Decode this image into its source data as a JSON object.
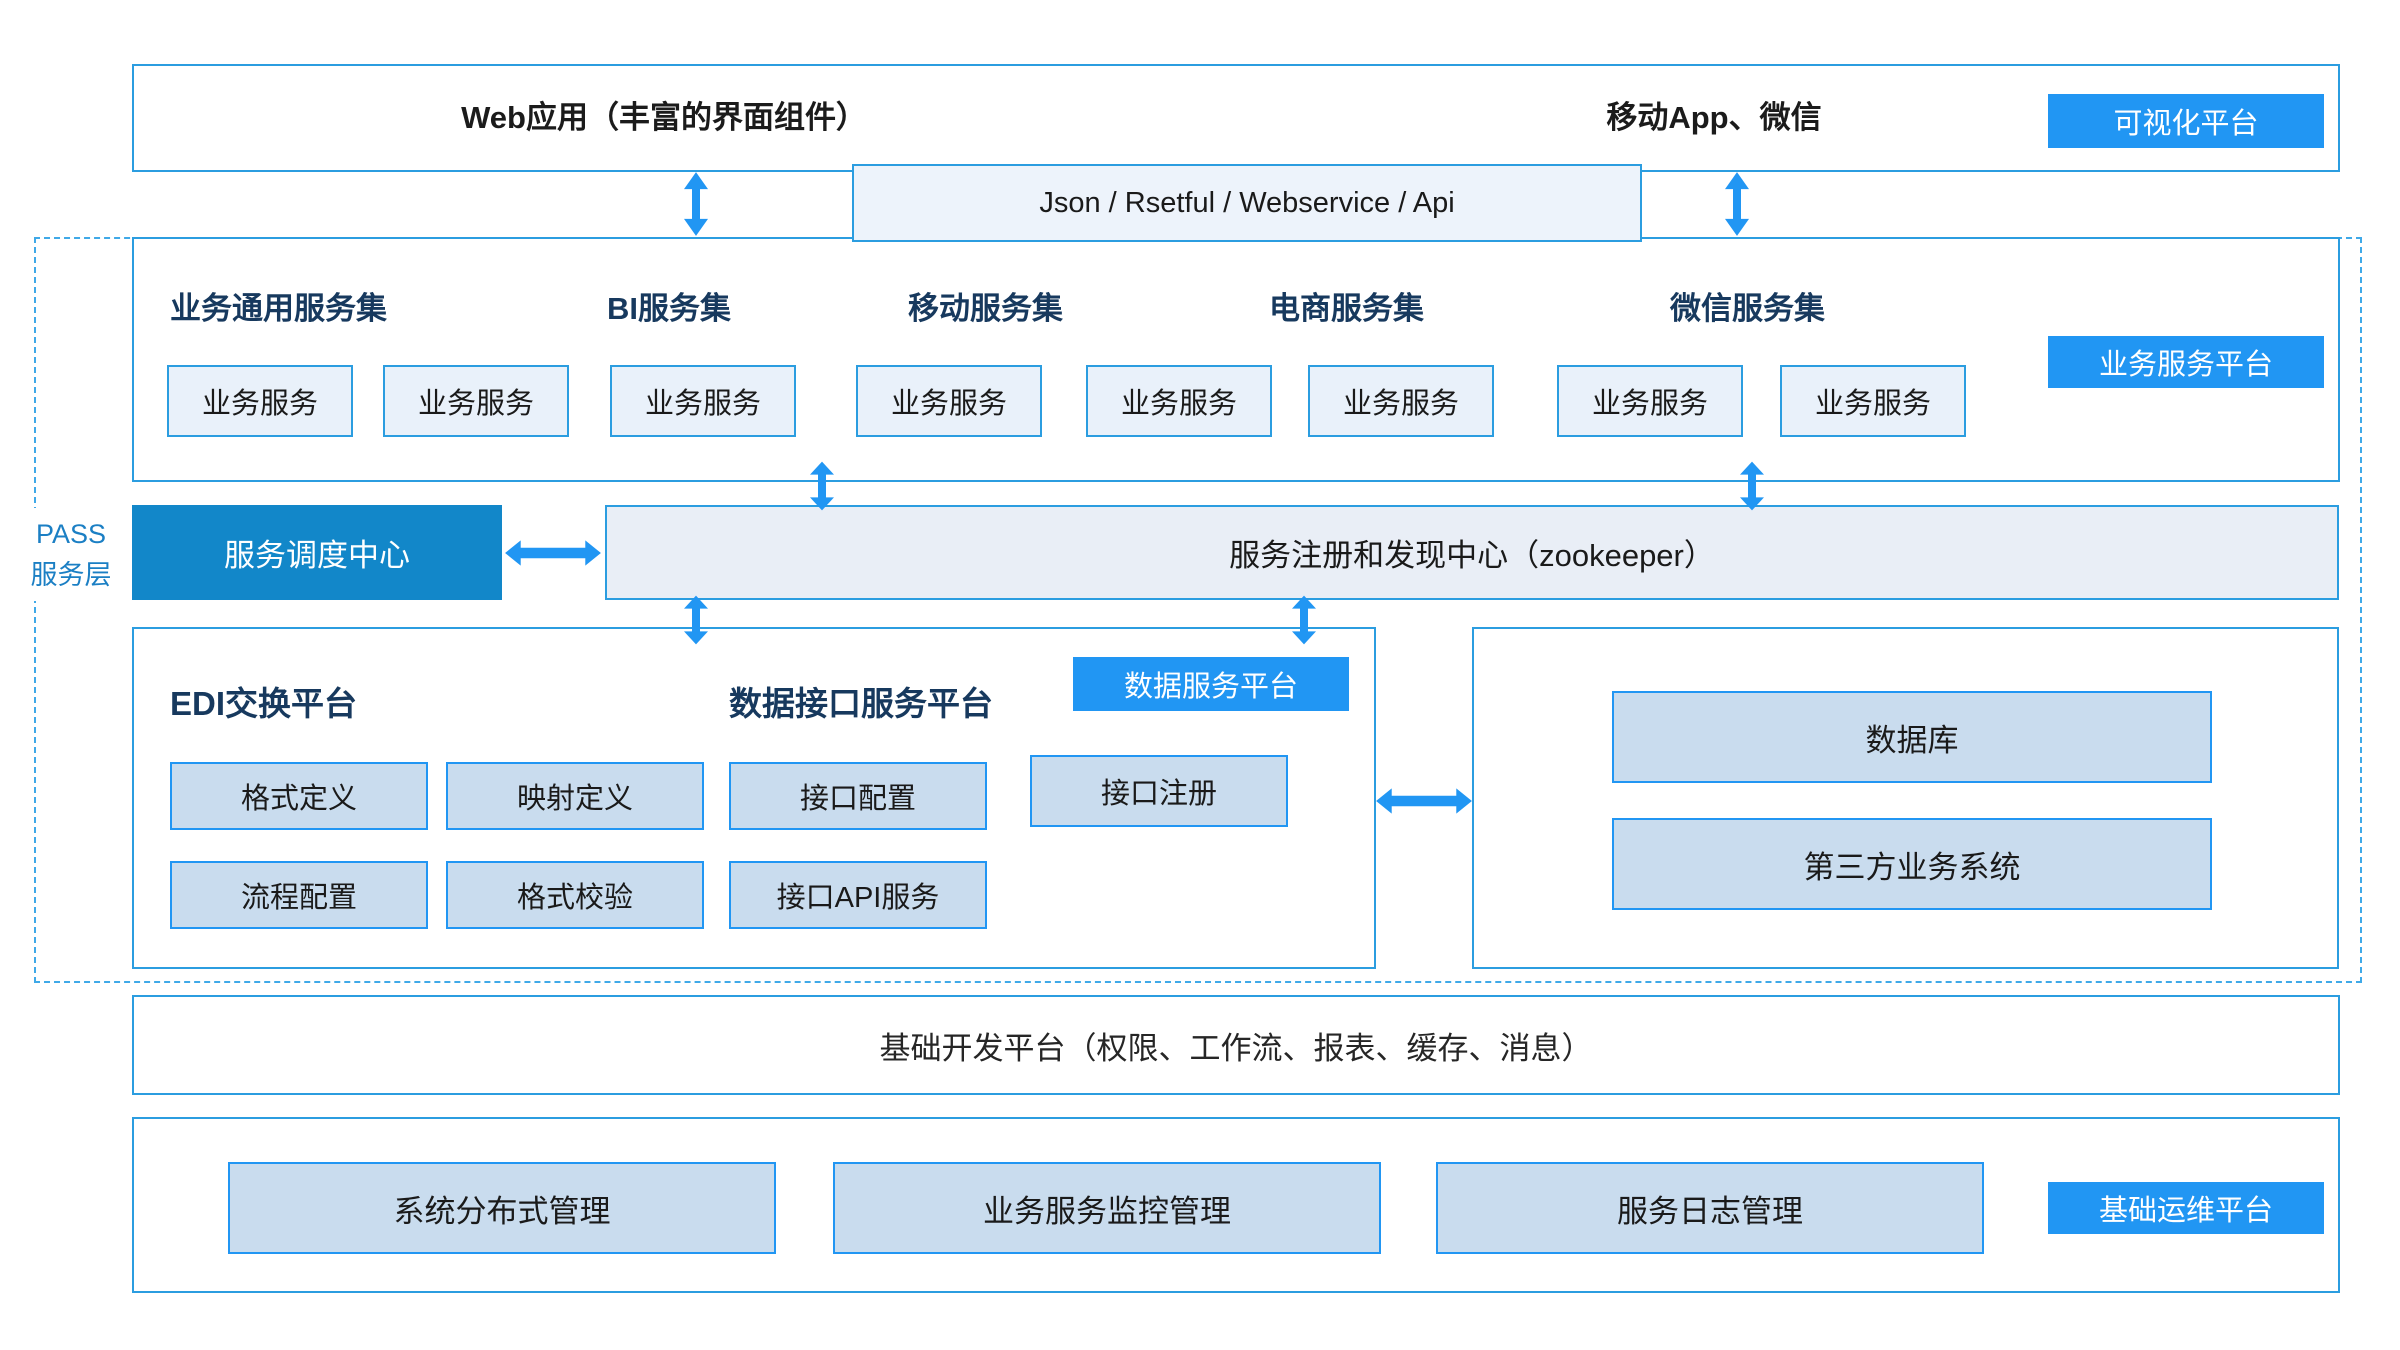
{
  "colors": {
    "accent_border": "#2b9de0",
    "arrow_blue": "#2196f3",
    "badge_blue": "#2196f3",
    "dispatch_fill": "#1287c9",
    "light_fill": "#e9f1fa",
    "steel_fill": "#c9dcee",
    "heading_navy": "#17395e",
    "pass_text_blue": "#1b7fc4"
  },
  "top_bar": {
    "web_label": "Web应用（丰富的界面组件）",
    "mobile_label": "移动App、微信",
    "badge": "可视化平台"
  },
  "api_bar": {
    "label": "Json / Rsetful / Webservice / Api"
  },
  "pass_layer": {
    "line1": "PASS",
    "line2": "服务层"
  },
  "service_platform": {
    "badge": "业务服务平台",
    "groups": [
      {
        "title": "业务通用服务集",
        "services": [
          "业务服务",
          "业务服务"
        ]
      },
      {
        "title": "BI服务集",
        "services": [
          "业务服务"
        ]
      },
      {
        "title": "移动服务集",
        "services": [
          "业务服务",
          "业务服务"
        ]
      },
      {
        "title": "电商服务集",
        "services": [
          "业务服务"
        ]
      },
      {
        "title": "微信服务集",
        "services": [
          "业务服务",
          "业务服务"
        ]
      }
    ]
  },
  "middleware": {
    "dispatch_center": "服务调度中心",
    "registry_center": "服务注册和发现中心（zookeeper）"
  },
  "data_platform": {
    "edi_title": "EDI交换平台",
    "interface_title": "数据接口服务平台",
    "badge": "数据服务平台",
    "row1": [
      "格式定义",
      "映射定义",
      "接口配置",
      "接口注册"
    ],
    "row2": [
      "流程配置",
      "格式校验",
      "接口API服务"
    ]
  },
  "external_systems": {
    "boxes": [
      "数据库",
      "第三方业务系统"
    ]
  },
  "base_dev": {
    "label": "基础开发平台（权限、工作流、报表、缓存、消息）"
  },
  "ops": {
    "badge": "基础运维平台",
    "boxes": [
      "系统分布式管理",
      "业务服务监控管理",
      "服务日志管理"
    ]
  }
}
